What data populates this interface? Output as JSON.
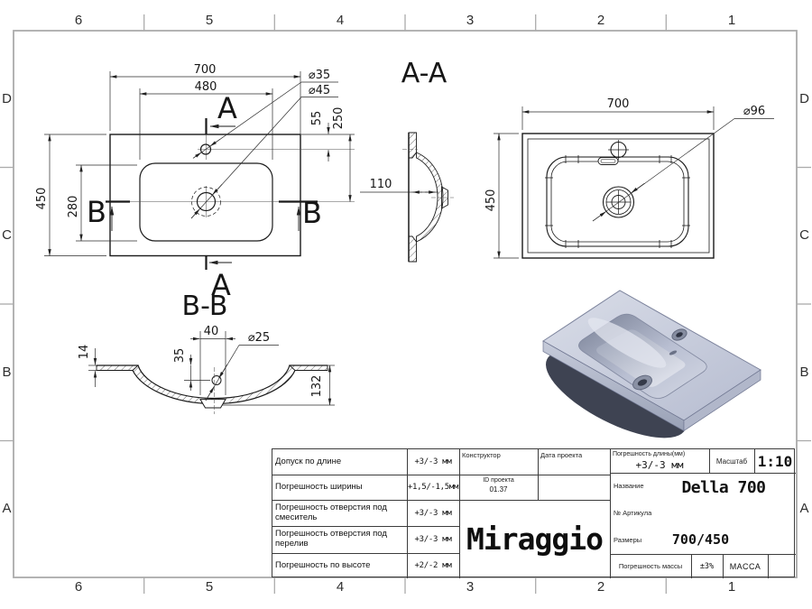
{
  "grid": {
    "columns": [
      "6",
      "5",
      "4",
      "3",
      "2",
      "1"
    ],
    "rows": [
      "D",
      "C",
      "B",
      "A"
    ]
  },
  "top_view": {
    "dim_width": "700",
    "dim_inner_width": "480",
    "dim_height": "450",
    "dim_inner_height": "280",
    "dim_faucet_offset": "55",
    "dim_drain_offset": "250",
    "dia_faucet": "⌀35",
    "dia_drain": "⌀45",
    "section_a": "A",
    "section_b": "B"
  },
  "side_view": {
    "dim_depth": "110"
  },
  "section_aa": {
    "title": "A-A",
    "dim_width": "700",
    "dim_height": "450",
    "dia_drain": "⌀96"
  },
  "section_bb": {
    "title": "B-B",
    "dim_thickness": "14",
    "dim_drain_width": "40",
    "dim_hole_depth": "35",
    "dia_overflow": "⌀25",
    "dim_total_height": "132"
  },
  "title_block": {
    "tolerances": [
      {
        "label": "Допуск по длине",
        "value": "+3/-3 мм"
      },
      {
        "label": "Погрешность ширины",
        "value": "+1,5/-1,5мм"
      },
      {
        "label": "Погрешность отверстия под смеситель",
        "value": "+3/-3 мм"
      },
      {
        "label": "Погрешность отверстия под перелив",
        "value": "+3/-3 мм"
      },
      {
        "label": "Погрешность по высоте",
        "value": "+2/-2 мм"
      }
    ],
    "constructor_label": "Конструктор",
    "project_date_label": "Дата проекта",
    "project_id_label": "ID проекта",
    "project_id_value": "01.37",
    "brand": "Miraggio",
    "length_tolerance_label": "Погрешность длины(мм)",
    "length_tolerance_value": "+3/-3 мм",
    "scale_label": "Масштаб",
    "scale_value": "1:10",
    "name_label": "Название",
    "name_value": "Della 700",
    "article_label": "№ Артикула",
    "size_label": "Размеры",
    "size_value": "700/450",
    "mass_tolerance_label": "Погрешность массы",
    "mass_tolerance_value": "±3%",
    "mass_label": "МАССА"
  },
  "colors": {
    "line": "#1a1a1a",
    "frame": "#ababab",
    "render_light": "#ccd1df",
    "render_mid": "#a9b0c4",
    "render_dark": "#3e4352"
  }
}
